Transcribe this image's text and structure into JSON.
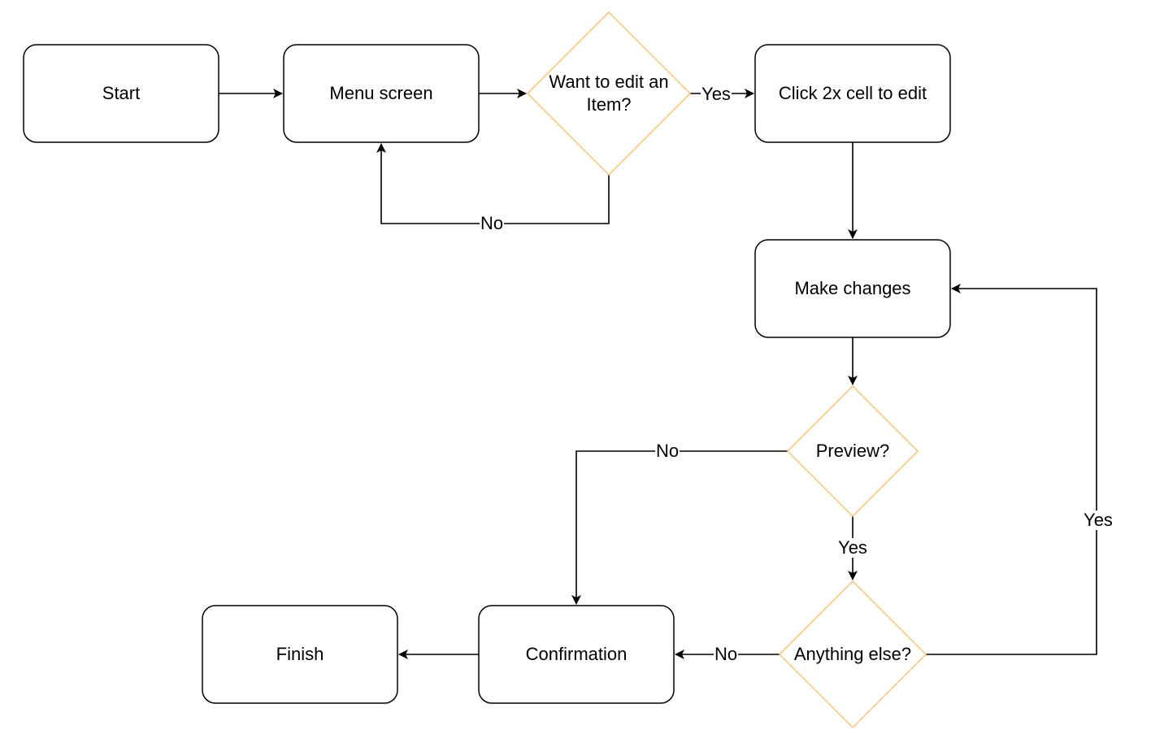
{
  "diagram": {
    "nodes": {
      "start": {
        "label": "Start"
      },
      "menu": {
        "label": "Menu screen"
      },
      "want": {
        "line1": "Want to edit an",
        "line2": "Item?"
      },
      "click": {
        "label": "Click 2x cell to edit"
      },
      "make": {
        "label": "Make changes"
      },
      "preview": {
        "label": "Preview?"
      },
      "anything": {
        "label": "Anything else?"
      },
      "confirm": {
        "label": "Confirmation"
      },
      "finish": {
        "label": "Finish"
      }
    },
    "edges": {
      "want_yes": "Yes",
      "want_no": "No",
      "preview_no": "No",
      "preview_yes": "Yes",
      "anything_no": "No",
      "anything_yes": "Yes"
    },
    "colors": {
      "box_stroke": "#000000",
      "decision_stroke": "#f5c27a",
      "edge_stroke": "#000000"
    }
  }
}
